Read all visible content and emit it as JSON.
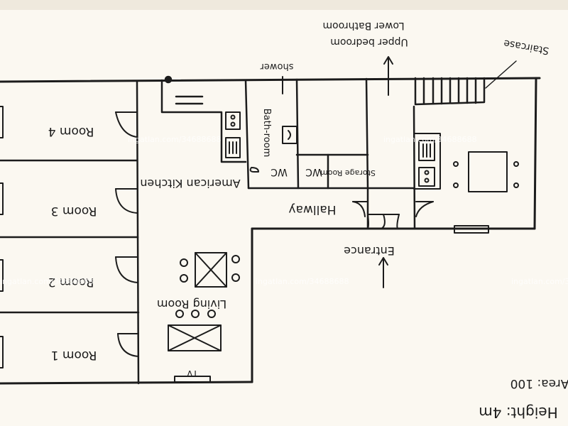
{
  "plan": {
    "rooms": {
      "room4": "Room 4",
      "room3": "Room 3",
      "room2": "Room 2",
      "room1": "Room 1",
      "american_kitchen": "American Kitchen",
      "living_room": "Living Room",
      "bathroom": "Bath-room",
      "wc_1": "WC",
      "wc_2": "WC",
      "storage_room": "Storage Room",
      "hallway": "Hallway"
    },
    "labels": {
      "shower": "shower",
      "upper_bedroom": "Upper bedroom",
      "lower_bathroom": "Lower Bathroom",
      "staircase": "Staircase",
      "entrance": "Entrance",
      "tv": "TV",
      "height": "Height: 4m",
      "area": "Area: 100"
    },
    "watermark": "ingatlan.com/34688688"
  }
}
